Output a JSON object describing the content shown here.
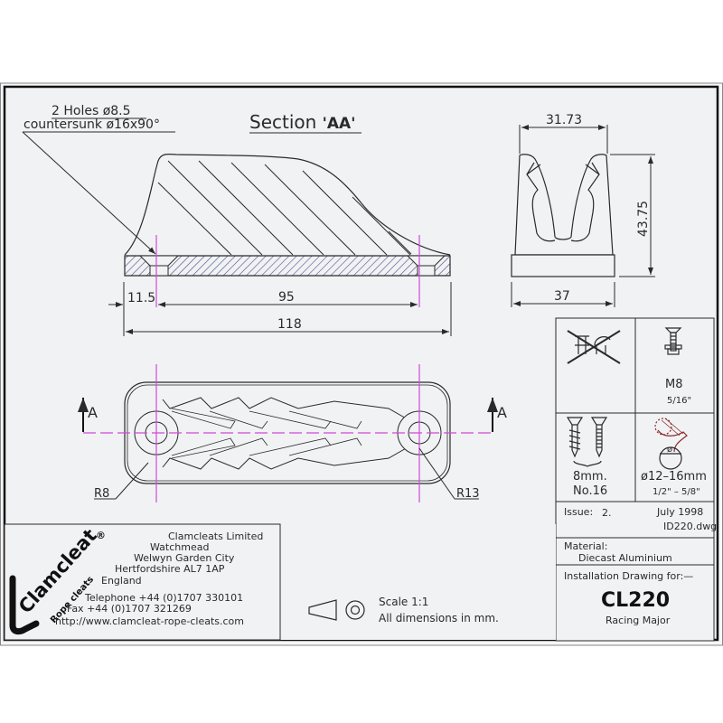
{
  "drawing": {
    "section_title": "Section",
    "section_id": "'AA'",
    "holes_note": {
      "line1": "2 Holes ø8.5",
      "line2": "countersunk ø16x90°"
    },
    "dimensions": {
      "edge_to_hole": "11.5",
      "hole_spacing": "95",
      "overall_length": "118",
      "top_width": "31.73",
      "height": "43.75",
      "base_width": "37",
      "radius_small": "R8",
      "radius_large": "R13"
    },
    "section_markers": {
      "left": "A",
      "right": "A"
    },
    "colors": {
      "line": "#2a2a2a",
      "centerline": "#d04ad8",
      "hatch": "#4a4f8a",
      "paper": "#f1f2f4"
    }
  },
  "fixings": {
    "no_rivets_icon": "crossed-out-rivets-icon",
    "bolt": {
      "size": "M8",
      "imperial": "5/16\""
    },
    "screws": {
      "size": "8mm.",
      "gauge": "No.16"
    },
    "rope": {
      "diameter": "ø12–16mm",
      "imperial": "1/2\" – 5/8\"",
      "symbol": "ø"
    }
  },
  "title_block": {
    "issue_label": "Issue:",
    "issue_value": "2.",
    "date": "July 1998",
    "file": "ID220.dwg",
    "material_label": "Material:",
    "material_value": "Diecast Aluminium",
    "install_label": "Installation Drawing for:—",
    "part_number": "CL220",
    "part_name": "Racing Major",
    "scale": "Scale 1:1",
    "units": "All dimensions in mm."
  },
  "company": {
    "logo_main": "Clamcleat",
    "logo_sub": "Rope cleats",
    "registered": "®",
    "name": "Clamcleats Limited",
    "address": [
      "Watchmead",
      "Welwyn Garden City",
      "Hertfordshire AL7 1AP",
      "England"
    ],
    "telephone": "Telephone +44 (0)1707 330101",
    "fax": "Fax +44 (0)1707 321269",
    "website": "http://www.clamcleat-rope-cleats.com"
  }
}
